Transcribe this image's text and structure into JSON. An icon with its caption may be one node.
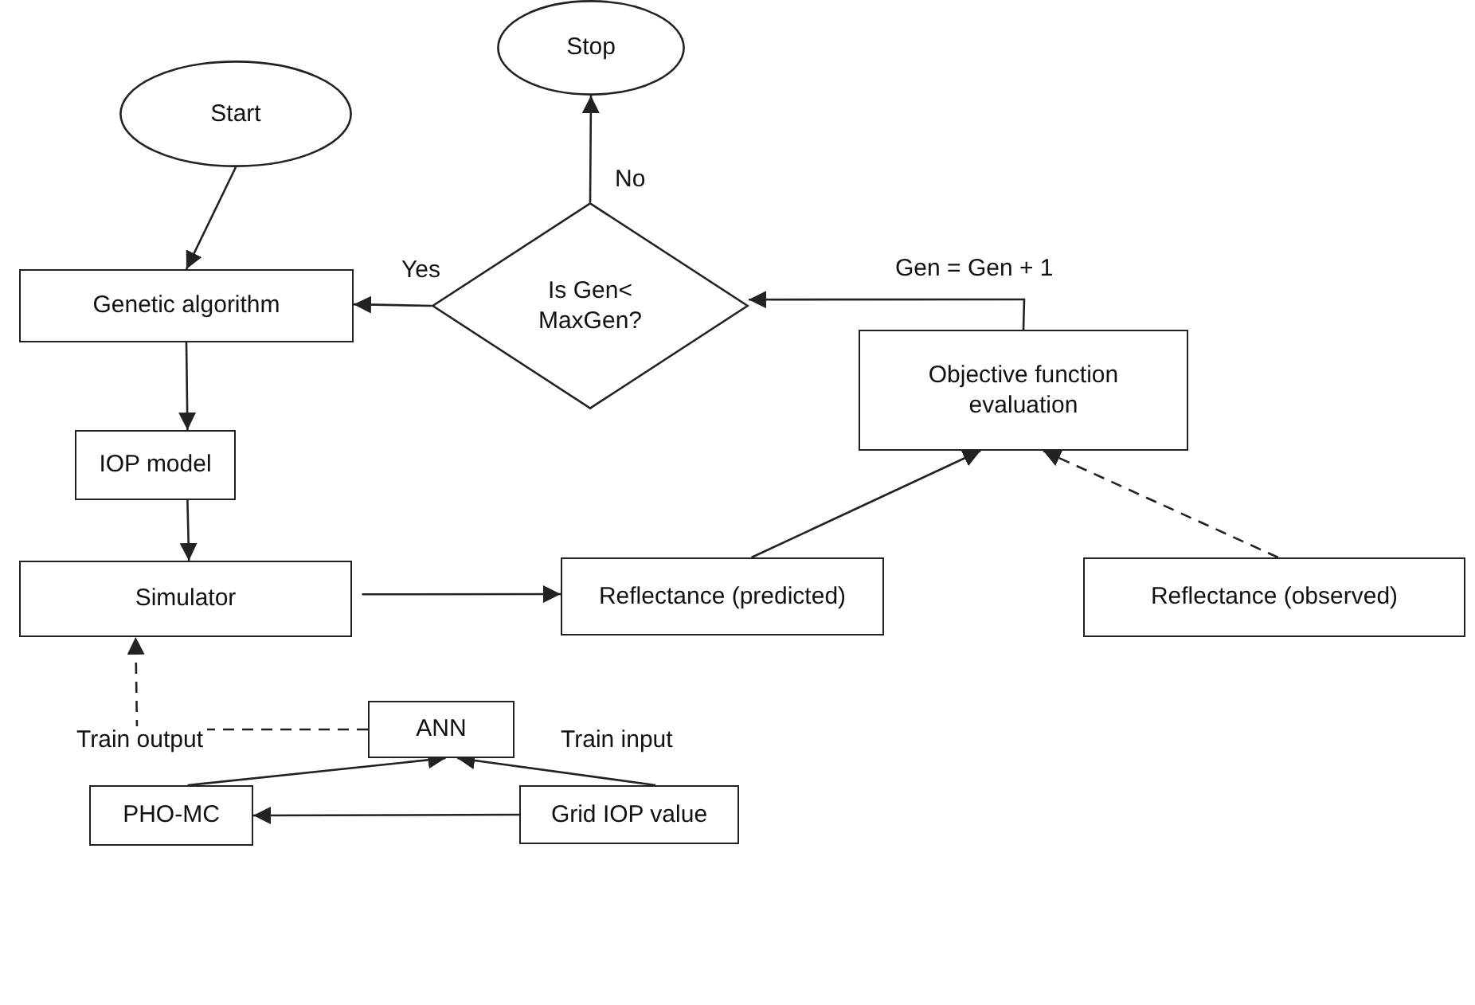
{
  "diagram": {
    "nodes": [
      {
        "text": [
          "Start"
        ]
      },
      {
        "text": [
          "Stop"
        ]
      },
      {
        "text": [
          "Is Gen< MaxGen?"
        ]
      },
      {
        "text": [
          "Genetic algorithm"
        ]
      },
      {
        "text": [
          "Objective function evaluation"
        ]
      },
      {
        "text": [
          "IOP model"
        ]
      },
      {
        "text": [
          "Simulator"
        ]
      },
      {
        "text": [
          "Reflectance (predicted)"
        ]
      },
      {
        "text": [
          "Reflectance (observed)"
        ]
      },
      {
        "text": [
          "ANN"
        ]
      },
      {
        "text": [
          "PHO-MC"
        ]
      },
      {
        "text": [
          "Grid IOP value"
        ]
      }
    ],
    "edges": [
      {
        "from": 0,
        "to": 3,
        "arrow": "to"
      },
      {
        "from": 2,
        "to": 3,
        "arrow": "to",
        "label": "Yes"
      },
      {
        "from": 2,
        "to": 1,
        "arrow": "to",
        "label": "No"
      },
      {
        "from": 4,
        "to": 2,
        "arrow": "to",
        "label": "Gen = Gen + 1"
      },
      {
        "from": 3,
        "to": 5,
        "arrow": "to"
      },
      {
        "from": 5,
        "to": 6,
        "arrow": "to"
      },
      {
        "from": 6,
        "to": 7,
        "arrow": "to"
      },
      {
        "from": 7,
        "to": 4,
        "arrow": "to"
      },
      {
        "from": 8,
        "to": 4,
        "arrow": "to",
        "style": "dashed"
      },
      {
        "from": 9,
        "to": 6,
        "arrow": "to",
        "style": "dashed"
      },
      {
        "from": 10,
        "to": 9,
        "arrow": "to",
        "label": "Train output"
      },
      {
        "from": 11,
        "to": 9,
        "arrow": "to",
        "label": "Train input"
      },
      {
        "from": 11,
        "to": 10,
        "arrow": "to"
      }
    ]
  }
}
